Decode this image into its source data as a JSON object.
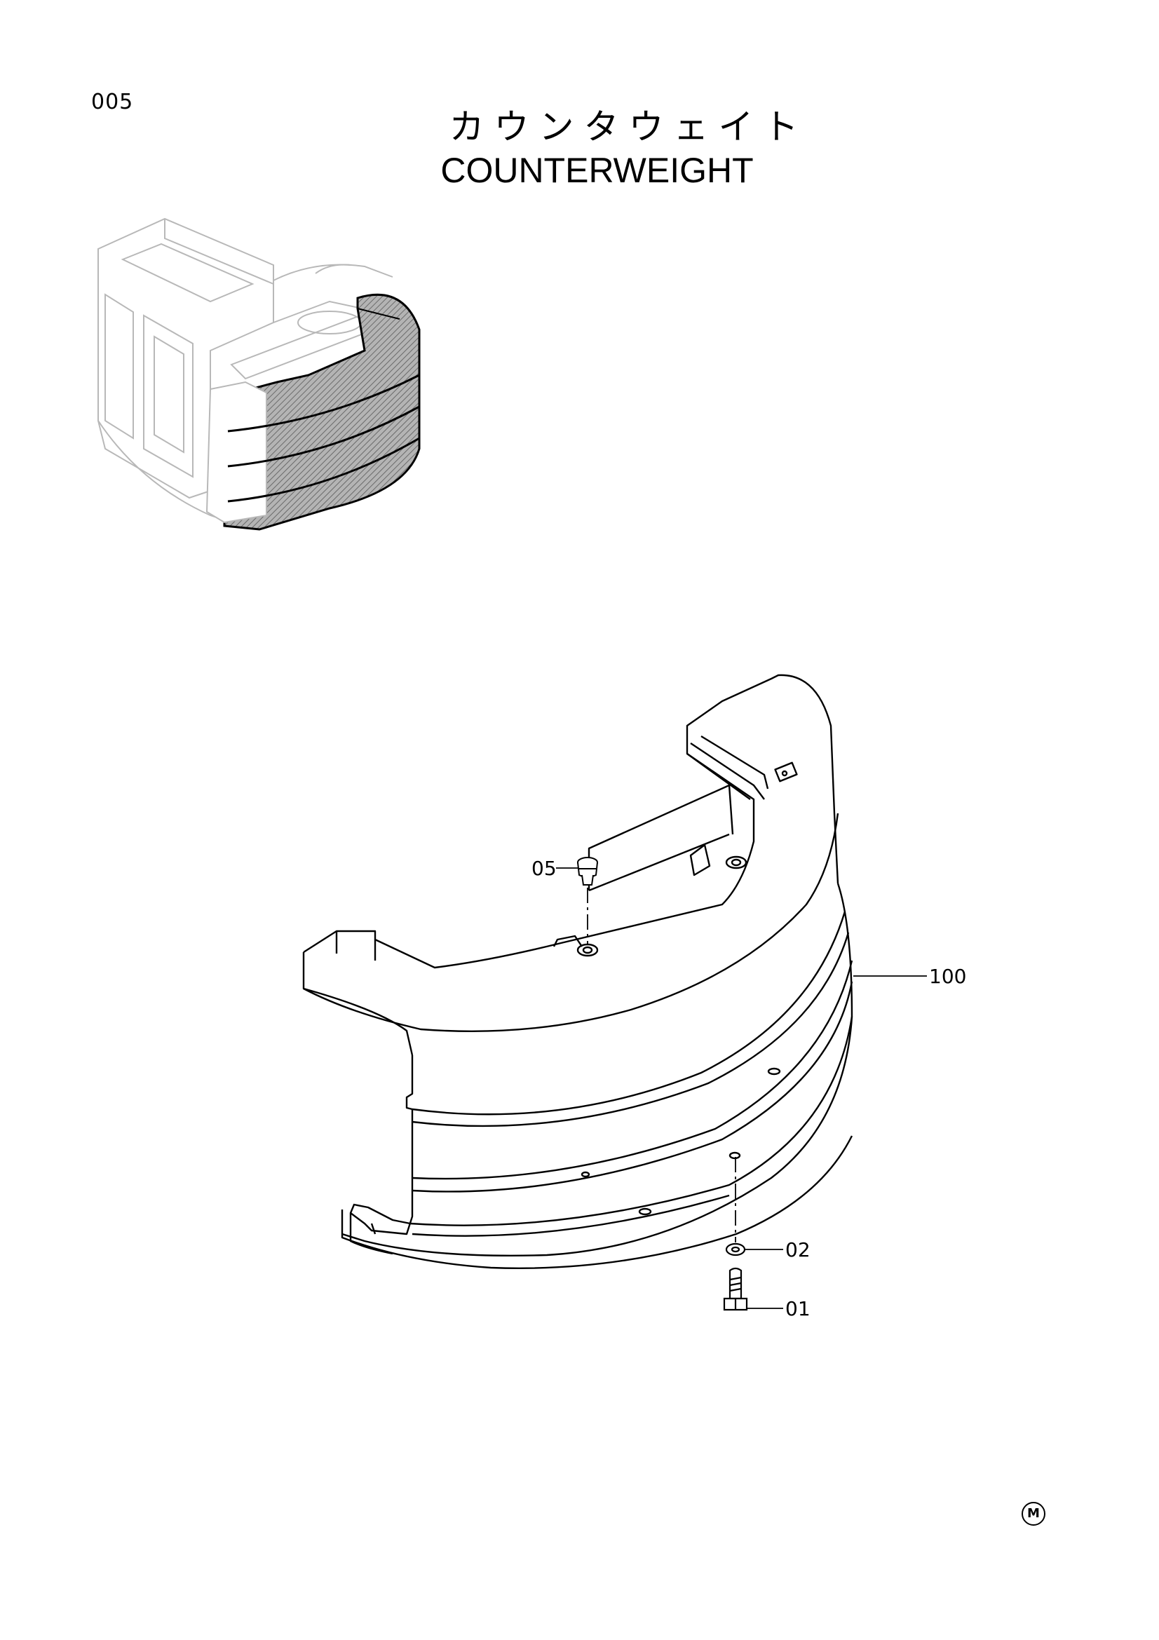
{
  "header": {
    "page_number": "005",
    "title_jp": "カウンタウェイト",
    "title_en": "COUNTERWEIGHT"
  },
  "callouts": [
    {
      "id": "callout-05",
      "label": "05"
    },
    {
      "id": "callout-100",
      "label": "100"
    },
    {
      "id": "callout-02",
      "label": "02"
    },
    {
      "id": "callout-01",
      "label": "01"
    }
  ],
  "footer": {
    "mark": "M"
  },
  "colors": {
    "line": "#000000",
    "hatch": "#9a9a9a",
    "ghost": "#b8b8b8"
  }
}
